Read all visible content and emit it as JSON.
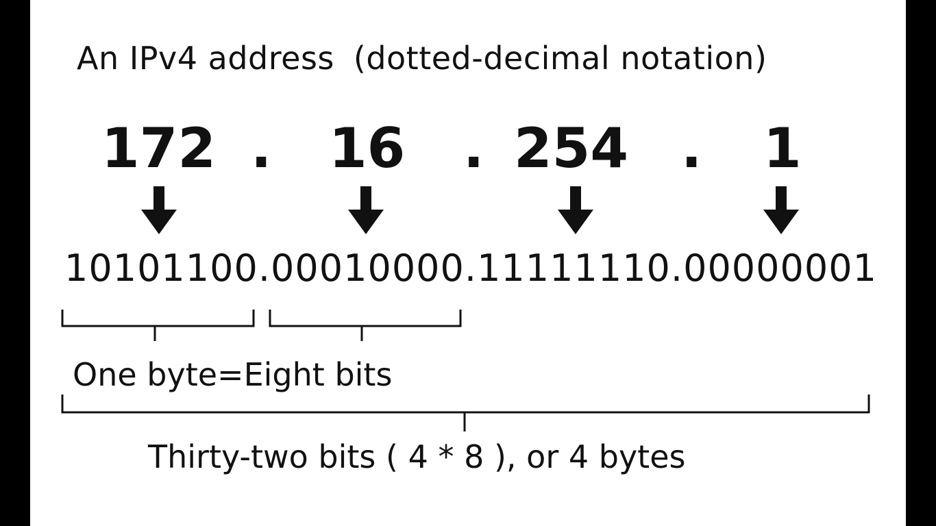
{
  "title": {
    "main": "An IPv4 address",
    "note": "(dotted-decimal notation)"
  },
  "octets": [
    "172",
    "16",
    "254",
    "1"
  ],
  "separator": ".",
  "binary": [
    "10101100",
    "00010000",
    "11111110",
    "00000001"
  ],
  "byte_label": "One byte=Eight bits",
  "total_label": "Thirty-two bits ( 4 * 8 ), or 4 bytes",
  "colors": {
    "background": "#ffffff",
    "frame": "#000000",
    "ink": "#111111"
  },
  "icons": [
    "arrow-down-icon"
  ]
}
